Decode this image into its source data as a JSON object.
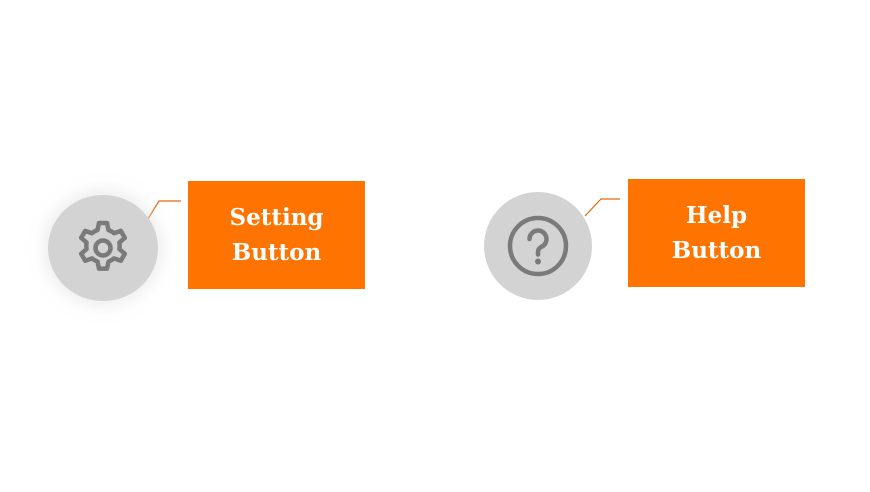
{
  "setting": {
    "icon": "gear-icon",
    "callout_line1": "Setting",
    "callout_line2": "Button"
  },
  "help": {
    "icon": "question-circle-icon",
    "callout_line1": "Help",
    "callout_line2": "Button"
  },
  "colors": {
    "callout_background": "#ff7300",
    "callout_text": "#ffffff",
    "button_background": "#d3d3d3",
    "icon_stroke": "#7a7a7a",
    "leader_line": "#e06a10"
  }
}
